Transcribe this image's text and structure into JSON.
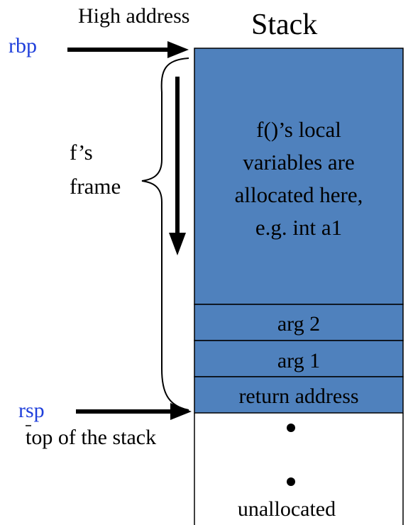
{
  "labels": {
    "high_address": "High address",
    "stack_title": "Stack",
    "rbp": "rbp",
    "rsp": "rsp",
    "frame_label_line1": "f’s",
    "frame_label_line2": "frame",
    "top_of_stack": "top of the stack"
  },
  "stack": {
    "locals_text": [
      "f()’s local",
      "variables are",
      "allocated here,",
      "e.g. int a1"
    ],
    "cells": {
      "arg2": "arg 2",
      "arg1": "arg 1",
      "return_address": "return address"
    },
    "unallocated": "unallocated",
    "ellipsis_dots": 2
  },
  "colors": {
    "stack_fill": "#4f81bd",
    "register_text": "#1f3fdb",
    "line": "#000000",
    "text": "#000000"
  }
}
